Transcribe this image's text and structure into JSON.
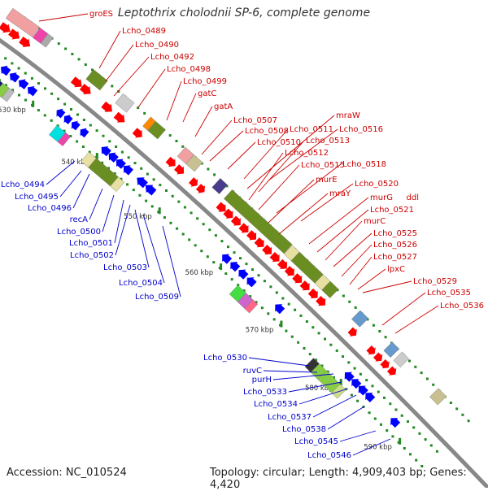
{
  "title": "Leptothrix cholodnii SP-6, complete genome",
  "footer": {
    "accession": "Accession: NC_010524",
    "topology": "Topology: circular; Length: 4,909,403 bp; Genes: 4,420"
  },
  "kbp_ticks": [
    "530 kbp",
    "540 kbp",
    "550 kbp",
    "560 kbp",
    "570 kbp",
    "580 kbp",
    "590 kbp"
  ],
  "top_labels": [
    "groES",
    "Lcho_0489",
    "Lcho_0490",
    "Lcho_0492",
    "Lcho_0498",
    "Lcho_0499",
    "gatC",
    "gatA",
    "Lcho_0507",
    "Lcho_0508",
    "Lcho_0510",
    "Lcho_0511",
    "mraW",
    "Lcho_0516",
    "Lcho_0513",
    "Lcho_0512",
    "Lcho_0515",
    "Lcho_0518",
    "murE",
    "mraY",
    "Lcho_0520",
    "murG",
    "ddl",
    "Lcho_0521",
    "murC",
    "Lcho_0525",
    "Lcho_0526",
    "Lcho_0527",
    "lpxC",
    "Lcho_0529",
    "Lcho_0535",
    "Lcho_0536"
  ],
  "bottom_labels": [
    "Lcho_0494",
    "Lcho_0495",
    "Lcho_0496",
    "recA",
    "Lcho_0500",
    "Lcho_0501",
    "Lcho_0502",
    "Lcho_0503",
    "Lcho_0504",
    "Lcho_0509",
    "Lcho_0530",
    "ruvC",
    "purH",
    "Lcho_0533",
    "Lcho_0534",
    "Lcho_0537",
    "Lcho_0538",
    "Lcho_0545",
    "Lcho_0546"
  ],
  "colors": {
    "forward_label": "#cc0000",
    "reverse_label": "#0000cc",
    "forward_gene": "#ff0000",
    "reverse_gene": "#0000ff",
    "backbone": "#888888",
    "tick": "#228822",
    "cds_olive": "#6b8e23",
    "cds_khaki": "#e8e0a0"
  }
}
